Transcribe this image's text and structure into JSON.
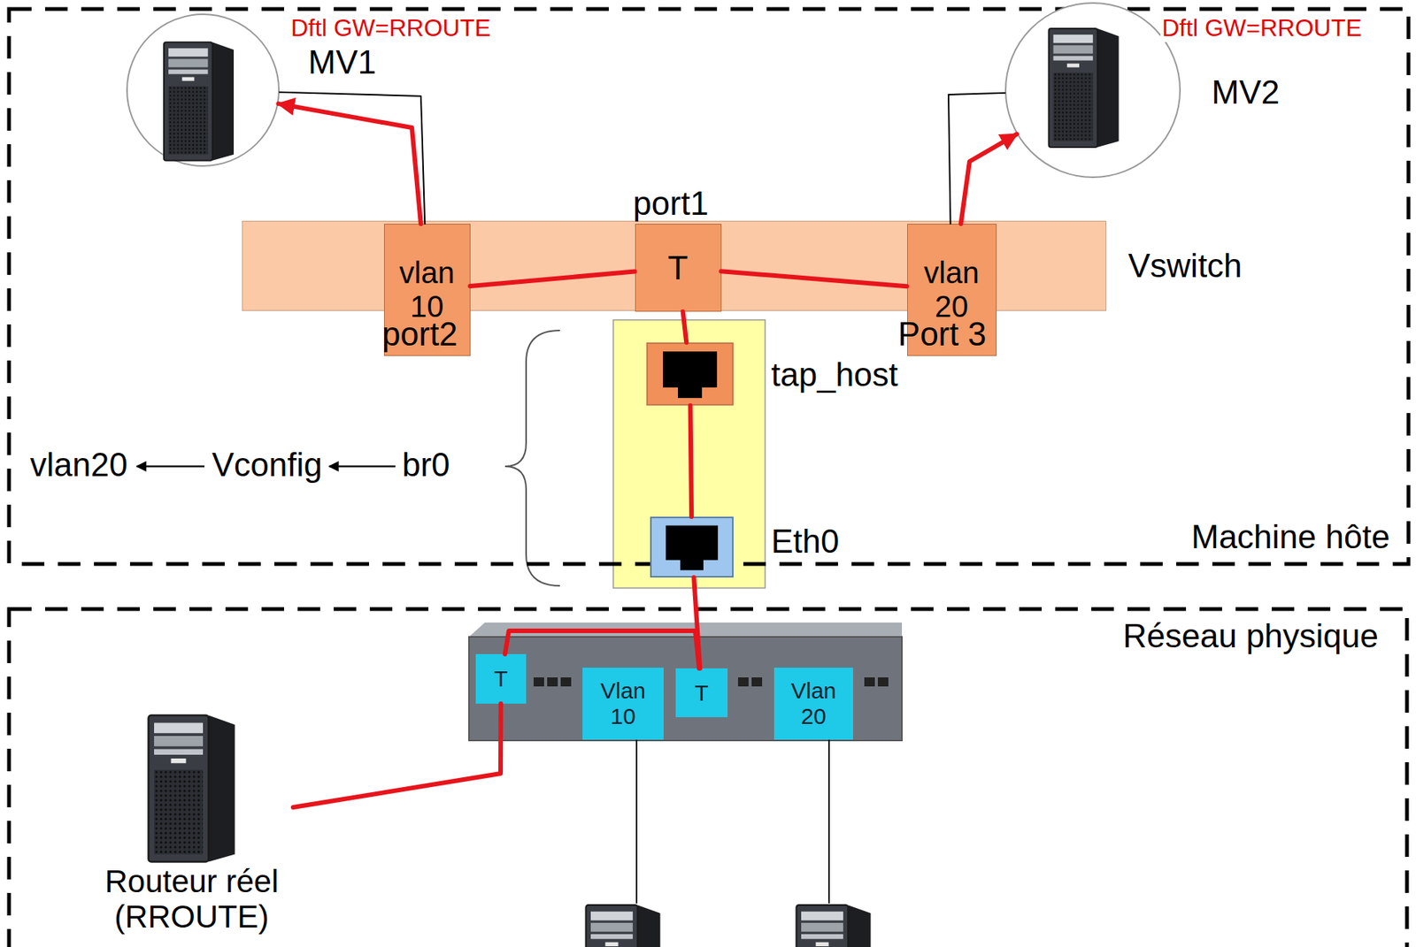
{
  "diagram": {
    "nodes": [
      {
        "text": [
          "Machine hôte"
        ]
      },
      {
        "text": [
          "Dftl GW=RROUTE",
          "MV1"
        ],
        "in": 0
      },
      {
        "text": [
          "Dftl GW=RROUTE",
          "MV2"
        ],
        "in": 0
      },
      {
        "text": [
          "Vswitch"
        ],
        "in": 0
      },
      {
        "text": [
          "vlan 10",
          "port2"
        ],
        "in": 3
      },
      {
        "text": [
          "port1",
          "T"
        ],
        "in": 3
      },
      {
        "text": [
          "vlan 20",
          "Port 3"
        ],
        "in": 3
      },
      {
        "text": [
          "tap_host"
        ],
        "in": 0
      },
      {
        "text": [
          "Eth0"
        ],
        "in": 0
      },
      {
        "text": [
          "Réseau physique"
        ]
      },
      {
        "text": [
          "T"
        ],
        "in": 9
      },
      {
        "text": [
          "Vlan 10"
        ],
        "in": 9
      },
      {
        "text": [
          "T"
        ],
        "in": 9
      },
      {
        "text": [
          "Vlan 20"
        ],
        "in": 9
      },
      {
        "text": [
          "Routeur réel (RROUTE)"
        ],
        "in": 9
      }
    ],
    "edges": [
      {
        "from": 14,
        "to": 10,
        "arrow": "none"
      },
      {
        "from": 10,
        "to": 12,
        "arrow": "none"
      },
      {
        "from": 12,
        "to": 8,
        "arrow": "none"
      },
      {
        "from": 8,
        "to": 7,
        "arrow": "none"
      },
      {
        "from": 7,
        "to": 5,
        "arrow": "none"
      },
      {
        "from": 5,
        "to": 4,
        "arrow": "none"
      },
      {
        "from": 4,
        "to": 1,
        "arrow": "to"
      },
      {
        "from": 5,
        "to": 6,
        "arrow": "none"
      },
      {
        "from": 6,
        "to": 2,
        "arrow": "to"
      },
      {
        "from": 1,
        "to": 4,
        "arrow": "none"
      },
      {
        "from": 2,
        "to": 6,
        "arrow": "none"
      }
    ],
    "labels": [
      "vlan20",
      "Vconfig",
      "br0"
    ]
  }
}
